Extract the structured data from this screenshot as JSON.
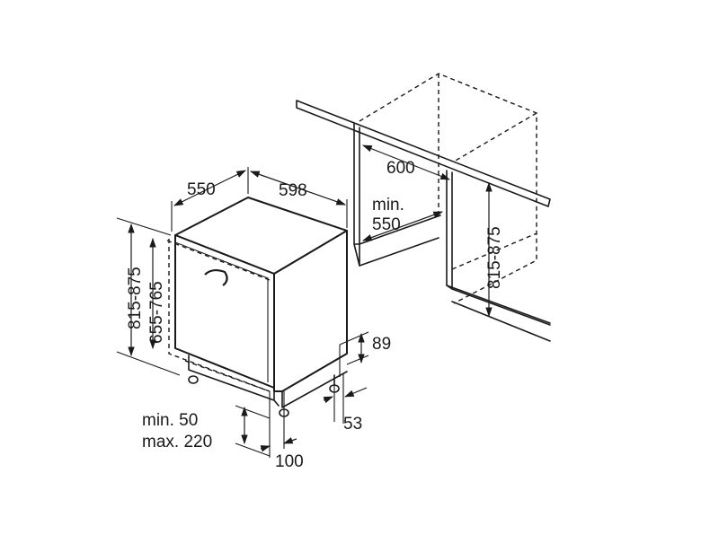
{
  "dimensions": {
    "depth": "550",
    "width": "598",
    "niche_width": "600",
    "niche_min_depth_prefix": "min.",
    "niche_min_depth_value": "550",
    "niche_height": "815-875",
    "appliance_height": "815-875",
    "door_height": "655-765",
    "plinth_height": "89",
    "plinth_recess": "53",
    "plinth_offset_prefix": "100",
    "panel_gap_min": "min. 50",
    "panel_gap_max": "max. 220"
  }
}
